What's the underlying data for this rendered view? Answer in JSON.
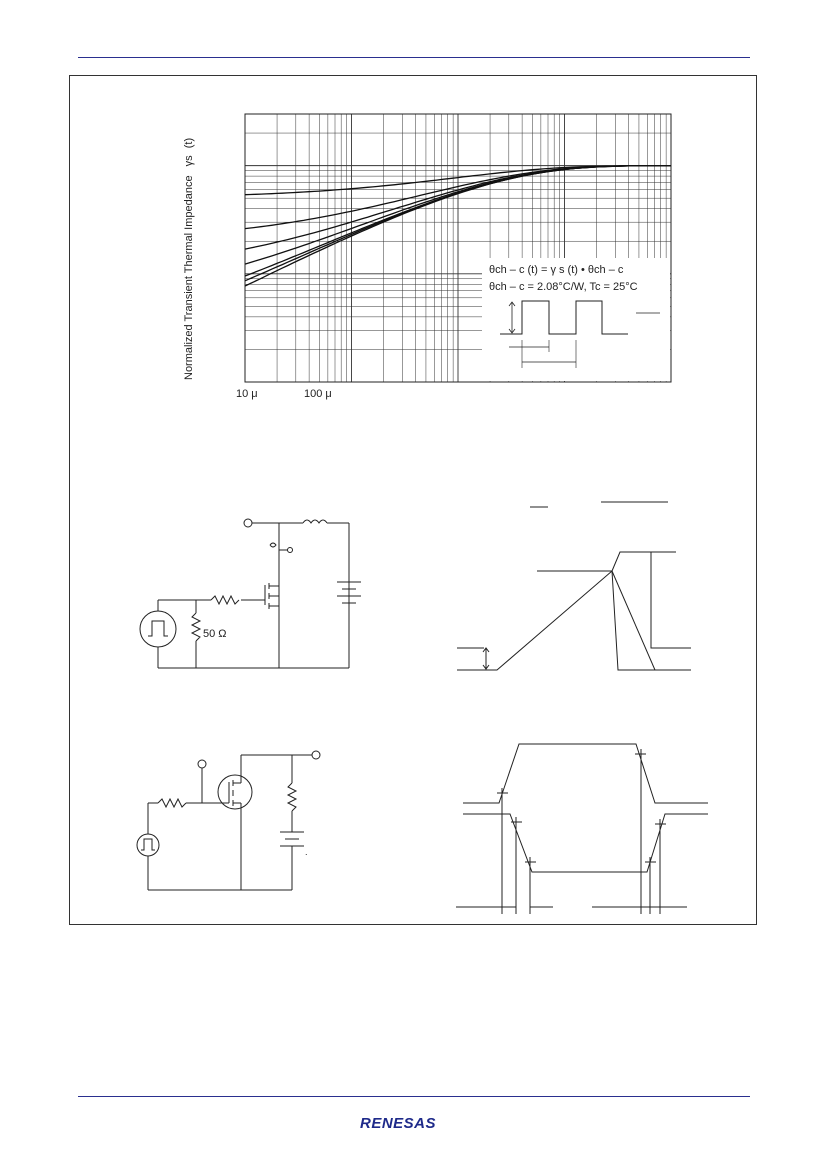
{
  "chart_data": {
    "type": "line",
    "ylabel": "Normalized Transient Thermal Impedance",
    "ylabel_symbol": "γs",
    "ylabel_arg": "(t)",
    "x_tick_labels": [
      "10 μ",
      "100 μ"
    ],
    "xscale": "log",
    "yscale": "log",
    "xlim": [
      1e-05,
      0.1
    ],
    "ylim": [
      0.01,
      3
    ],
    "grid": true,
    "annotations": [
      "θch – c (t) = γ s (t) • θch – c",
      "θch – c = 2.08°C/W, Tc = 25°C"
    ]
  },
  "circuit": {
    "resistor_label": "50 Ω"
  },
  "footer": {
    "logo_text": "RENESAS"
  }
}
